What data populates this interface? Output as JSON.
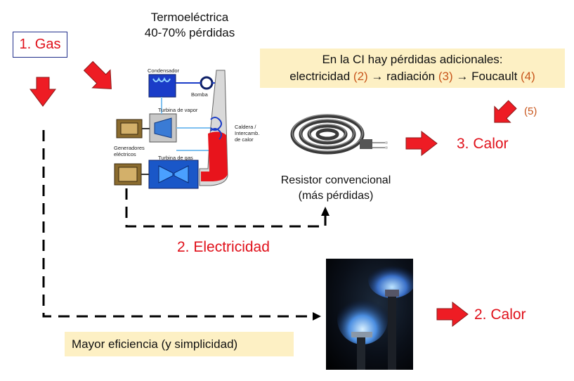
{
  "gas_box": {
    "label": "1. Gas"
  },
  "thermo": {
    "line1": "Termoeléctrica",
    "line2": "40-70% pérdidas"
  },
  "note": {
    "line1": "En la CI hay pérdidas adicionales:",
    "w_elec": "electricidad ",
    "n2": "(2)",
    "arrow1": " → radiación ",
    "n3": "(3)",
    "arrow2": " → Foucault ",
    "n4": "(4)"
  },
  "five_label": "(5)",
  "calor3": "3. Calor",
  "resistor": {
    "line1": "Resistor convencional",
    "line2": "(más pérdidas)"
  },
  "electricidad": "2. Electricidad",
  "calor2": "2. Calor",
  "mayor": "Mayor eficiencia (y simplicidad)",
  "plant_labels": {
    "condensador": "Condensador",
    "bomba": "Bomba",
    "turbina_vapor": "Turbina de vapor",
    "caldera": "Caldera /",
    "intercamb": "Intercamb.",
    "de_calor": "de calor",
    "generadores": "Generadores",
    "electricos": "eléctricos",
    "turbina_gas": "Turbina de gas"
  },
  "colors": {
    "red": "#e0101a",
    "orange_num": "#c8561c",
    "note_bg": "#fdf0c4",
    "box_border": "#1f2d8a"
  }
}
